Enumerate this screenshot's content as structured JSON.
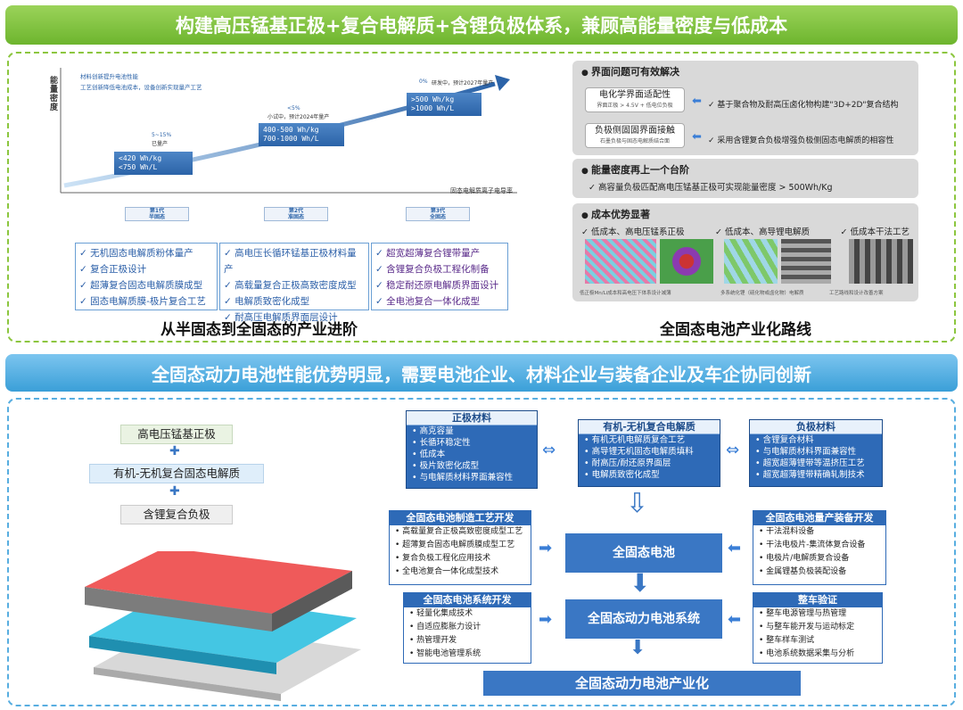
{
  "top_banner": "构建高压锰基正极+复合电解质+含锂负极体系，兼顾高能量密度与低成本",
  "mid_banner": "全固态动力电池性能优势明显，需要电池企业、材料企业与装备企业及车企协同创新",
  "left_chart": {
    "ylabel": "能量密度",
    "xlabel": "固态电解质离子电导率",
    "legend": [
      "材料创新提升电池性能",
      "工艺创新降低电池成本，设备创新实现量产工艺"
    ],
    "gens": [
      {
        "tag": "5~15%",
        "note": "已量产",
        "box": [
          "<420 Wh/kg",
          "<750 Wh/L"
        ],
        "label": [
          "第1代",
          "半固态"
        ]
      },
      {
        "tag": "<5%",
        "note": "小试中，预计2024年量产",
        "box": [
          "400-500 Wh/kg",
          "700-1000 Wh/L"
        ],
        "label": [
          "第2代",
          "准固态"
        ]
      },
      {
        "tag": "0%",
        "note": "研发中，预计2027年量产",
        "box": [
          ">500 Wh/kg",
          ">1000 Wh/L"
        ],
        "label": [
          "第3代",
          "全固态"
        ]
      }
    ],
    "lists": [
      [
        "无机固态电解质粉体量产",
        "复合正极设计",
        "超薄复合固态电解质膜成型",
        "固态电解质膜-极片复合工艺"
      ],
      [
        "高电压长循环锰基正极材料量产",
        "高载量复合正极高致密度成型",
        "电解质致密化成型",
        "耐高压电解质界面层设计"
      ],
      [
        "超宽超薄复合锂带量产",
        "含锂复合负极工程化制备",
        "稳定耐还原电解质界面设计",
        "全电池复合一体化成型"
      ]
    ],
    "caption": "从半固态到全固态的产业进阶"
  },
  "right_route": {
    "p1_title": "界面问题可有效解决",
    "p1_box1": {
      "t": "电化学界面适配性",
      "s": "界面正极 > 4.5V + 低电位负极"
    },
    "p1_box2": {
      "t": "负极侧固固界面接触",
      "s": "石墨负极与固态电解质结合面"
    },
    "p1_txt1": "基于聚合物及耐高压卤化物构建\"3D+2D\"复合结构",
    "p1_txt2": "采用含锂复合负极增强负极侧固态电解质的相容性",
    "p2_title": "能量密度再上一个台阶",
    "p2_txt": "高容量负极匹配高电压锰基正极可实现能量密度 > 500Wh/Kg",
    "p3_title": "成本优势显著",
    "p3_items": [
      "低成本、高电压锰系正极",
      "低成本、高导锂电解质",
      "低成本干法工艺"
    ],
    "p3_caps": [
      "低正极Mn/Li成本和高电压下体系设计减薄",
      "多系统化锂（硫化物或卤化物）电解质",
      "工艺路线和设计改善方案"
    ],
    "caption": "全固态电池产业化路线"
  },
  "chips": [
    "高电压锰基正极",
    "有机-无机复合固态电解质",
    "含锂复合负极"
  ],
  "materials": {
    "cathode": {
      "title": "正极材料",
      "items": [
        "高克容量",
        "长循环稳定性",
        "低成本",
        "极片致密化成型",
        "与电解质材料界面兼容性"
      ]
    },
    "electrolyte": {
      "title": "有机-无机复合电解质",
      "items": [
        "有机无机电解质复合工艺",
        "高导锂无机固态电解质填料",
        "耐高压/耐还原界面层",
        "电解质致密化成型"
      ]
    },
    "anode": {
      "title": "负极材料",
      "items": [
        "含锂复合材料",
        "与电解质材料界面兼容性",
        "超宽超薄锂带等温挤压工艺",
        "超宽超薄锂带精确轧制技术"
      ]
    }
  },
  "process": {
    "title": "全固态电池制造工艺开发",
    "items": [
      "高载量复合正极高致密度成型工艺",
      "超薄复合固态电解质膜成型工艺",
      "复合负极工程化应用技术",
      "全电池复合一体化成型技术"
    ]
  },
  "equipment": {
    "title": "全固态电池量产装备开发",
    "items": [
      "干法混料设备",
      "干法电极片-集流体复合设备",
      "电极片/电解质复合设备",
      "金属锂基负极装配设备"
    ]
  },
  "system": {
    "title": "全固态电池系统开发",
    "items": [
      "轻量化集成技术",
      "自适应膨胀力设计",
      "热管理开发",
      "智能电池管理系统"
    ]
  },
  "vehicle": {
    "title": "整车验证",
    "items": [
      "整车电源管理与热管理",
      "与整车能开发与运动标定",
      "整车样车测试",
      "电池系统数据采集与分析"
    ]
  },
  "center": {
    "battery": "全固态电池",
    "pack": "全固态动力电池系统",
    "final": "全固态动力电池产业化"
  },
  "colors": {
    "green": "#6db52e",
    "blue": "#3a9fd8",
    "card": "#2e6ab7"
  }
}
